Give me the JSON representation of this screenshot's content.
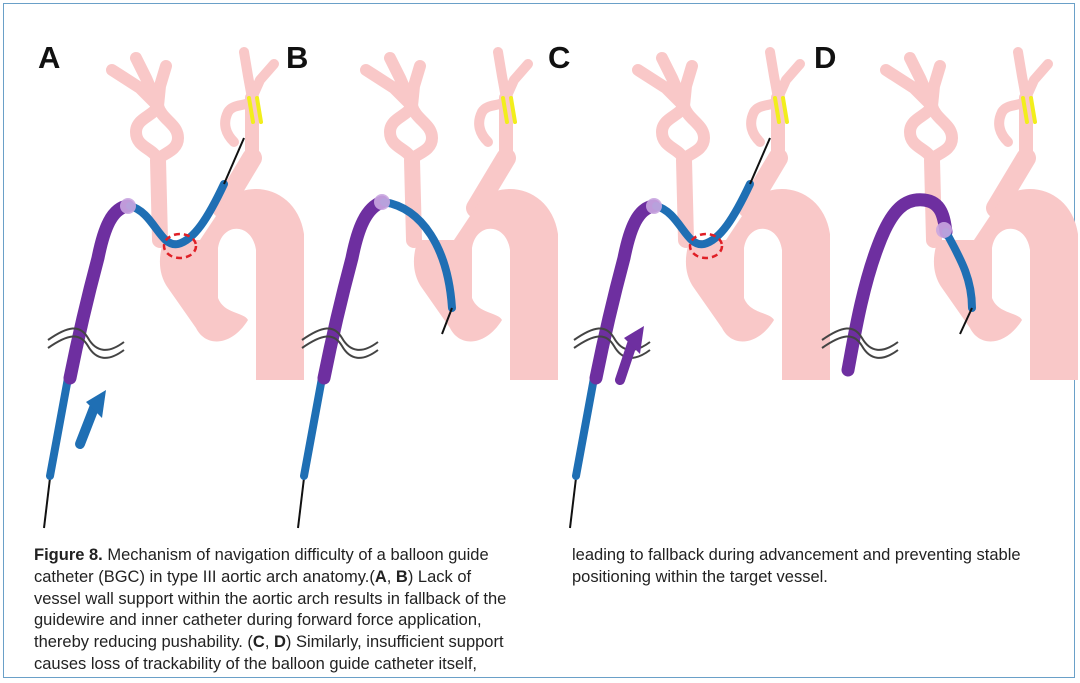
{
  "panels": [
    {
      "id": "A",
      "label": "A"
    },
    {
      "id": "B",
      "label": "B"
    },
    {
      "id": "C",
      "label": "C"
    },
    {
      "id": "D",
      "label": "D"
    }
  ],
  "colors": {
    "vessel": "#f9c8c8",
    "bgc": "#6e2fa0",
    "inner_catheter": "#1f6fb4",
    "guidewire": "#111111",
    "target_marker": "#f2ee1c",
    "kink_circle": "#e01f26",
    "balloon": "#c9a6e0"
  },
  "caption": {
    "label": "Figure 8.",
    "part1": " Mechanism of navigation difficulty of a balloon guide catheter (BGC) in type III aortic arch anatomy.(",
    "ref_a": "A",
    "sep1": ", ",
    "ref_b": "B",
    "part2": ") Lack of vessel wall support within the aortic arch results in fallback of the guidewire and inner catheter during forward force application, thereby reducing pushability. (",
    "ref_c": "C",
    "sep2": ", ",
    "ref_d": "D",
    "part3": ") Similarly, insufficient support causes loss of trackability of the balloon guide catheter itself, leading to fallback during advancement and preventing stable positioning within the target vessel."
  }
}
